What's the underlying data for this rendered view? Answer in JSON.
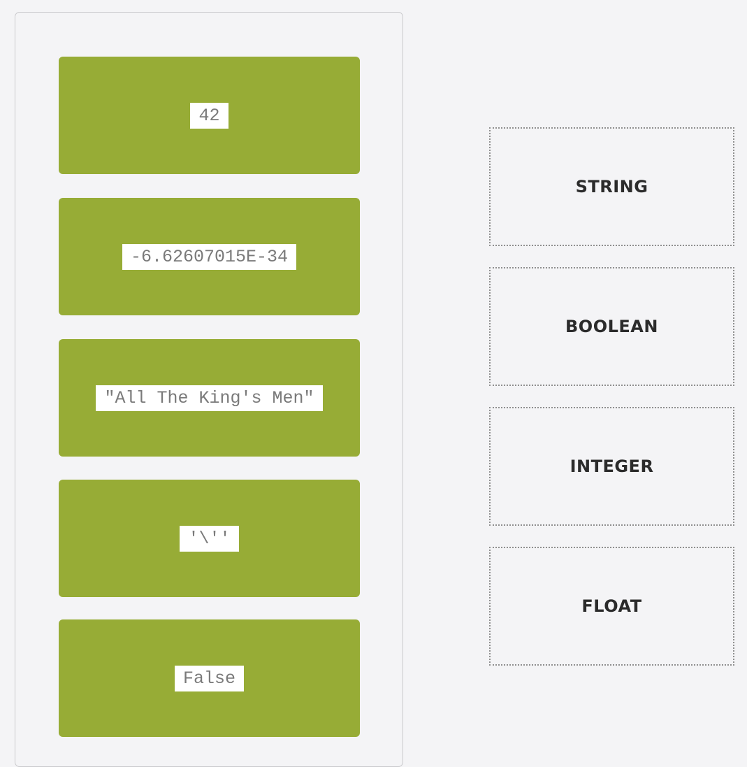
{
  "source_items": [
    {
      "value": "42"
    },
    {
      "value": "-6.62607015E-34"
    },
    {
      "value": "\"All The King's Men\""
    },
    {
      "value": "'\\''"
    },
    {
      "value": "False"
    }
  ],
  "drop_targets": [
    {
      "label": "STRING"
    },
    {
      "label": "BOOLEAN"
    },
    {
      "label": "INTEGER"
    },
    {
      "label": "FLOAT"
    }
  ],
  "colors": {
    "item_background": "#97ac36",
    "page_background": "#f4f4f6",
    "chip_background": "#ffffff"
  }
}
